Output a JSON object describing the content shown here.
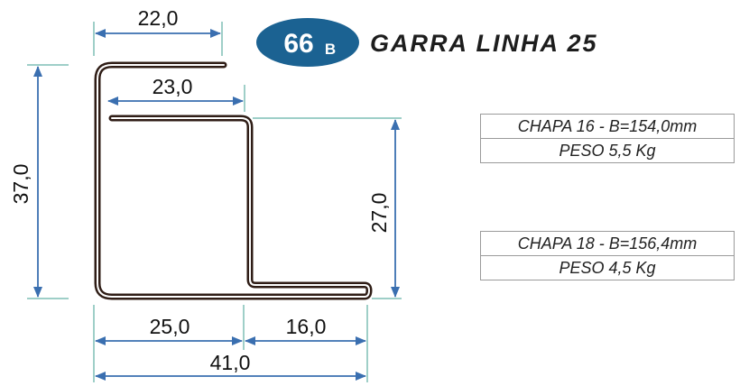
{
  "badge": {
    "number": "66",
    "suffix": "B"
  },
  "title": "GARRA LINHA 25",
  "dimensions": {
    "top_flange": "22,0",
    "inner_flange": "23,0",
    "total_height": "37,0",
    "step_height": "27,0",
    "bottom_left": "25,0",
    "bottom_right": "16,0",
    "total_width": "41,0"
  },
  "specs": [
    {
      "chapa": "CHAPA 16 - B=154,0mm",
      "peso": "PESO 5,5 Kg"
    },
    {
      "chapa": "CHAPA 18 - B=156,4mm",
      "peso": "PESO 4,5 Kg"
    }
  ],
  "colors": {
    "profile": "#2f1d16",
    "dimension_line": "#3a6fb0",
    "extension_line": "#7fbfb6",
    "badge": "#1b6292"
  }
}
